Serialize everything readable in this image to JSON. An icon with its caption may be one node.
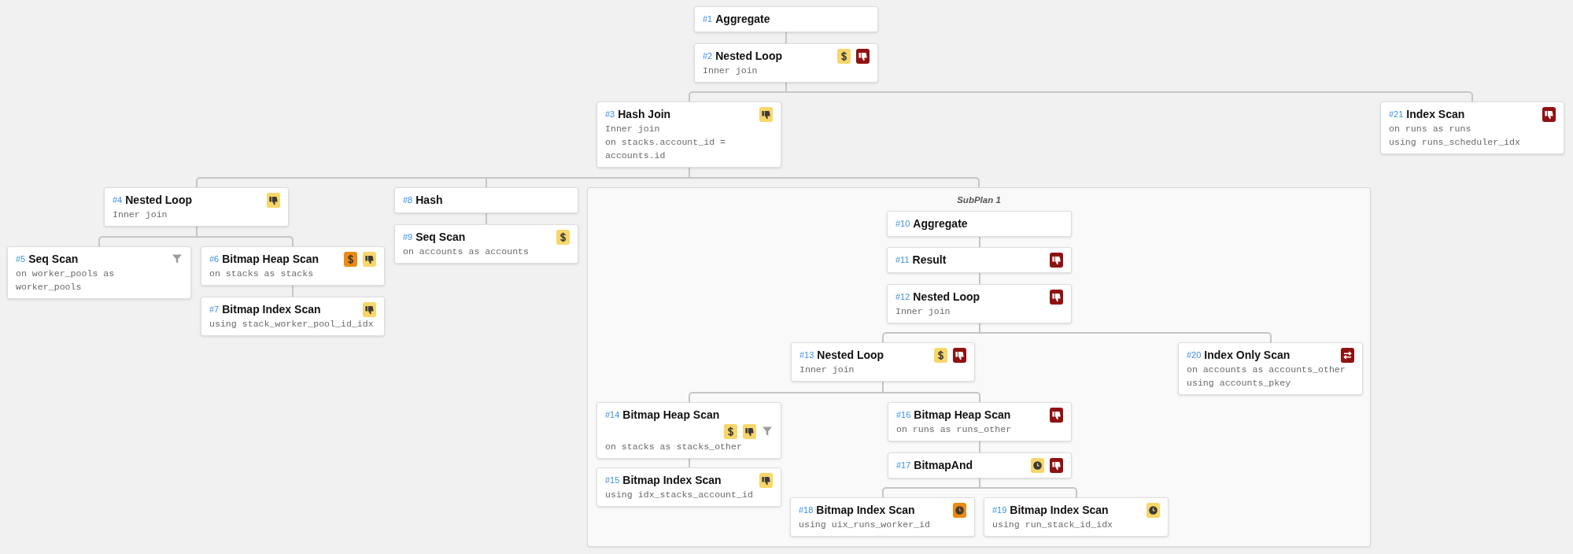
{
  "diagram": {
    "nodes": [
      {
        "text": [
          "#1",
          "Aggregate"
        ]
      },
      {
        "text": [
          "#2",
          "Nested Loop",
          "Inner join"
        ]
      },
      {
        "text": [
          "#3",
          "Hash Join",
          "Inner join",
          "on stacks.account_id = accounts.id"
        ]
      },
      {
        "text": [
          "#4",
          "Nested Loop",
          "Inner join"
        ]
      },
      {
        "text": [
          "#5",
          "Seq Scan",
          "on worker_pools as worker_pools"
        ]
      },
      {
        "text": [
          "#6",
          "Bitmap Heap Scan",
          "on stacks as stacks"
        ]
      },
      {
        "text": [
          "#7",
          "Bitmap Index Scan",
          "using stack_worker_pool_id_idx"
        ]
      },
      {
        "text": [
          "#8",
          "Hash"
        ]
      },
      {
        "text": [
          "#9",
          "Seq Scan",
          "on accounts as accounts"
        ]
      },
      {
        "text": [
          "SubPlan 1"
        ]
      },
      {
        "text": [
          "#10",
          "Aggregate"
        ],
        "in": 9
      },
      {
        "text": [
          "#11",
          "Result"
        ],
        "in": 9
      },
      {
        "text": [
          "#12",
          "Nested Loop",
          "Inner join"
        ],
        "in": 9
      },
      {
        "text": [
          "#13",
          "Nested Loop",
          "Inner join"
        ],
        "in": 9
      },
      {
        "text": [
          "#14",
          "Bitmap Heap Scan",
          "on stacks as stacks_other"
        ],
        "in": 9
      },
      {
        "text": [
          "#15",
          "Bitmap Index Scan",
          "using idx_stacks_account_id"
        ],
        "in": 9
      },
      {
        "text": [
          "#16",
          "Bitmap Heap Scan",
          "on runs as runs_other"
        ],
        "in": 9
      },
      {
        "text": [
          "#17",
          "BitmapAnd"
        ],
        "in": 9
      },
      {
        "text": [
          "#18",
          "Bitmap Index Scan",
          "using uix_runs_worker_id"
        ],
        "in": 9
      },
      {
        "text": [
          "#19",
          "Bitmap Index Scan",
          "using run_stack_id_idx"
        ],
        "in": 9
      },
      {
        "text": [
          "#20",
          "Index Only Scan",
          "on accounts as accounts_other",
          "using accounts_pkey"
        ],
        "in": 9
      },
      {
        "text": [
          "#21",
          "Index Scan",
          "on runs as runs",
          "using runs_scheduler_idx"
        ]
      }
    ],
    "edges": [
      {
        "from": 0,
        "to": 1,
        "arrow": "none"
      },
      {
        "from": 1,
        "to": 2,
        "arrow": "none"
      },
      {
        "from": 1,
        "to": 21,
        "arrow": "none"
      },
      {
        "from": 2,
        "to": 3,
        "arrow": "none"
      },
      {
        "from": 2,
        "to": 7,
        "arrow": "none"
      },
      {
        "from": 2,
        "to": 9,
        "arrow": "none"
      },
      {
        "from": 3,
        "to": 4,
        "arrow": "none"
      },
      {
        "from": 3,
        "to": 5,
        "arrow": "none"
      },
      {
        "from": 5,
        "to": 6,
        "arrow": "none"
      },
      {
        "from": 7,
        "to": 8,
        "arrow": "none"
      },
      {
        "from": 10,
        "to": 11,
        "arrow": "none"
      },
      {
        "from": 11,
        "to": 12,
        "arrow": "none"
      },
      {
        "from": 12,
        "to": 13,
        "arrow": "none"
      },
      {
        "from": 12,
        "to": 20,
        "arrow": "none"
      },
      {
        "from": 13,
        "to": 14,
        "arrow": "none"
      },
      {
        "from": 13,
        "to": 16,
        "arrow": "none"
      },
      {
        "from": 14,
        "to": 15,
        "arrow": "none"
      },
      {
        "from": 16,
        "to": 17,
        "arrow": "none"
      },
      {
        "from": 17,
        "to": 18,
        "arrow": "none"
      },
      {
        "from": 17,
        "to": 19,
        "arrow": "none"
      }
    ]
  }
}
